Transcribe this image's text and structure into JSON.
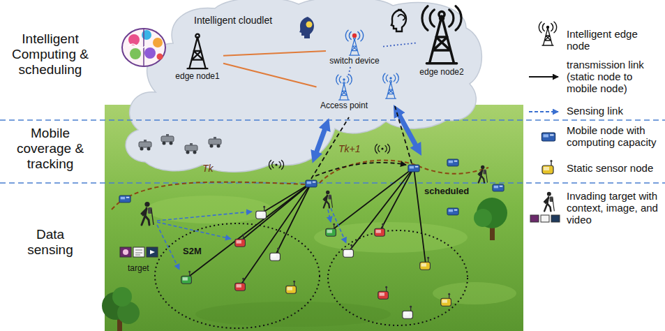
{
  "diagram": {
    "nodes": [
      {
        "text": [
          "Intelligent cloudlet"
        ]
      },
      {
        "text": [
          "edge node1"
        ],
        "in": 0
      },
      {
        "text": [
          "switch device"
        ],
        "in": 0
      },
      {
        "text": [
          "Access point"
        ],
        "in": 0
      },
      {
        "text": [
          "edge node2"
        ],
        "in": 0
      }
    ],
    "edges": [
      {
        "from": 1,
        "to": 2,
        "arrow": "none"
      },
      {
        "from": 1,
        "to": 3,
        "arrow": "none"
      },
      {
        "from": 2,
        "to": 3,
        "arrow": "none"
      },
      {
        "from": 2,
        "to": 4,
        "arrow": "none"
      }
    ],
    "labels": [
      "Intelligent Computing & scheduling",
      "Mobile coverage & tracking",
      "Data sensing",
      "Tk",
      "Tk+1",
      "scheduled",
      "S2M",
      "target"
    ],
    "legend": [
      {
        "text": "Intelligent edge node"
      },
      {
        "text": "transmission link (static node to mobile node)"
      },
      {
        "text": "Sensing link"
      },
      {
        "text": "Mobile node with computing capacity"
      },
      {
        "text": "Static sensor node"
      },
      {
        "text": "Invading target with context, image, and video"
      }
    ]
  }
}
